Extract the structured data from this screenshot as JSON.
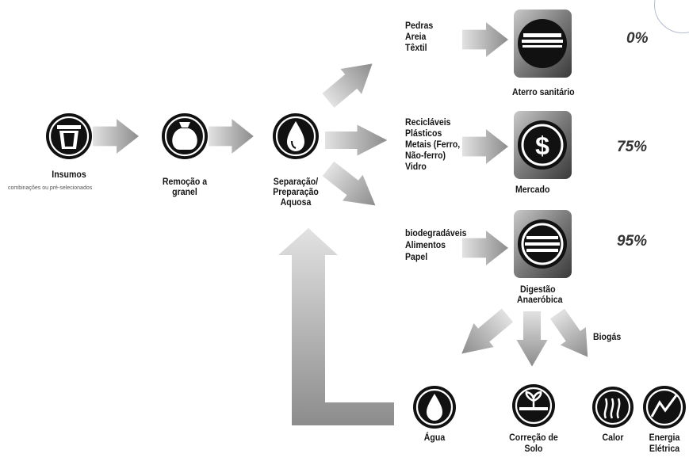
{
  "nodes": {
    "insumos": {
      "label": "Insumos",
      "sublabel": "combinações ou pré-selecionados"
    },
    "remocao": {
      "line1": "Remoção a",
      "line2": "granel"
    },
    "separacao": {
      "line1": "Separação/",
      "line2": "Preparação",
      "line3": "Aquosa"
    },
    "aterro": {
      "label": "Aterro sanitário",
      "pct": "0%",
      "items": [
        "Pedras",
        "Areia",
        "Têxtil"
      ]
    },
    "mercado": {
      "label": "Mercado",
      "pct": "75%",
      "items": [
        "Recicláveis",
        "Plásticos",
        "Metais (Ferro,",
        "Não-ferro)",
        "Vidro"
      ]
    },
    "digestao": {
      "line1": "Digestão",
      "line2": "Anaeróbica",
      "pct": "95%",
      "items": [
        "biodegradáveis",
        "Alimentos",
        "Papel"
      ]
    },
    "biogas": {
      "label": "Biogás"
    },
    "agua": {
      "label": "Água"
    },
    "correcao": {
      "line1": "Correção de",
      "line2": "Solo"
    },
    "calor": {
      "label": "Calor"
    },
    "energia": {
      "line1": "Energia",
      "line2": "Elétrica"
    }
  },
  "icons": {
    "insumos": "trash-bin-icon",
    "remocao": "bag-icon",
    "separacao": "water-drop-icon",
    "aterro": "landfill-stripes-icon",
    "mercado": "dollar-icon",
    "digestao": "digester-icon",
    "agua": "water-drop-icon",
    "correcao": "sprout-icon",
    "calor": "heat-icon",
    "energia": "lightning-icon"
  },
  "colors": {
    "icon_dark": "#111111",
    "arrow": "#a8a8a8",
    "tile_dark": "#5a5a5a"
  }
}
